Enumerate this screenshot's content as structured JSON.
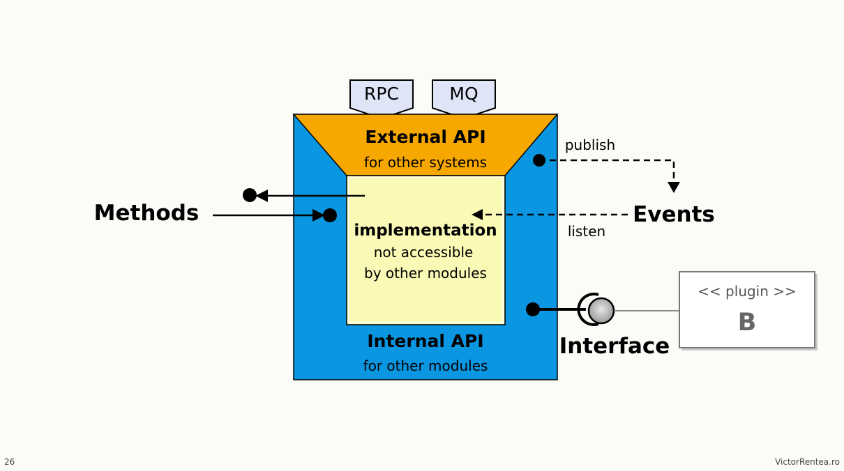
{
  "tabs": {
    "rpc": "RPC",
    "mq": "MQ"
  },
  "external_api": {
    "title": "External API",
    "subtitle": "for other systems"
  },
  "implementation": {
    "title": "implementation",
    "line1": "not accessible",
    "line2": "by other modules"
  },
  "internal_api": {
    "title": "Internal API",
    "subtitle": "for other modules"
  },
  "methods": {
    "label": "Methods"
  },
  "events": {
    "label": "Events",
    "publish": "publish",
    "listen": "listen"
  },
  "interface": {
    "label": "Interface"
  },
  "plugin": {
    "stereotype": "<< plugin >>",
    "name": "B"
  },
  "footer": {
    "slide_number": "26",
    "credit": "VictorRentea.ro"
  },
  "colors": {
    "module_blue": "#0a96e0",
    "external_orange": "#f7a800",
    "impl_yellow": "#fafab6",
    "tab_fill": "#dfe5f7"
  }
}
